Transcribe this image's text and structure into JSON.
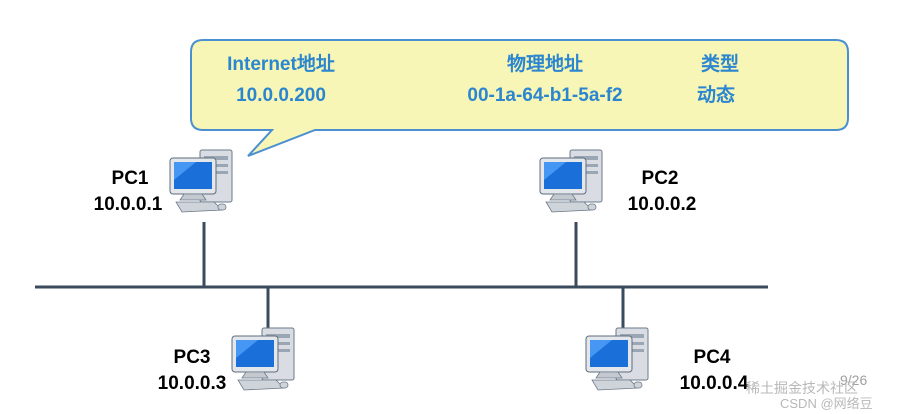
{
  "callout": {
    "col1_header": "Internet地址",
    "col1_value": "10.0.0.200",
    "col2_header": "物理地址",
    "col2_value": "00-1a-64-b1-5a-f2",
    "col3_header": "类型",
    "col3_value": "动态",
    "fill_color": "#f7f6b6",
    "border_color": "#4a8fd0",
    "text_color": "#2b86cf"
  },
  "hosts": [
    {
      "name": "PC1",
      "ip": "10.0.0.1"
    },
    {
      "name": "PC2",
      "ip": "10.0.0.2"
    },
    {
      "name": "PC3",
      "ip": "10.0.0.3"
    },
    {
      "name": "PC4",
      "ip": "10.0.0.4"
    }
  ],
  "page_number": "9/26",
  "watermark": {
    "line1": "稀土掘金技术社区",
    "line2": "CSDN @网络豆"
  },
  "bus_color": "#394b5c"
}
